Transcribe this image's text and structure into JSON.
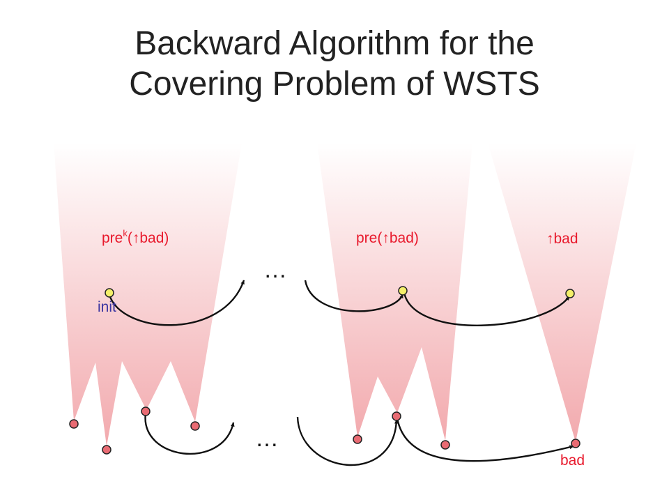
{
  "slide": {
    "title_line1": "Backward Algorithm for the",
    "title_line2": "Covering Problem of WSTS"
  },
  "labels": {
    "pre_k_base": "pre",
    "pre_k_sup": "k",
    "pre_k_rest": "(↑bad)",
    "pre": "pre(↑bad)",
    "up_bad": "↑bad",
    "init": "init",
    "bad": "bad",
    "ellipsis_top": "…",
    "ellipsis_bottom": "…"
  },
  "colors": {
    "label_red": "#e8192c",
    "init_blue": "#3a34a0",
    "cone_top": "#ffffff",
    "cone_bottom": "#f2a9ad",
    "node_red_fill": "#e96b73",
    "node_yellow_fill": "#f4ef6a",
    "arrow": "#111111"
  }
}
